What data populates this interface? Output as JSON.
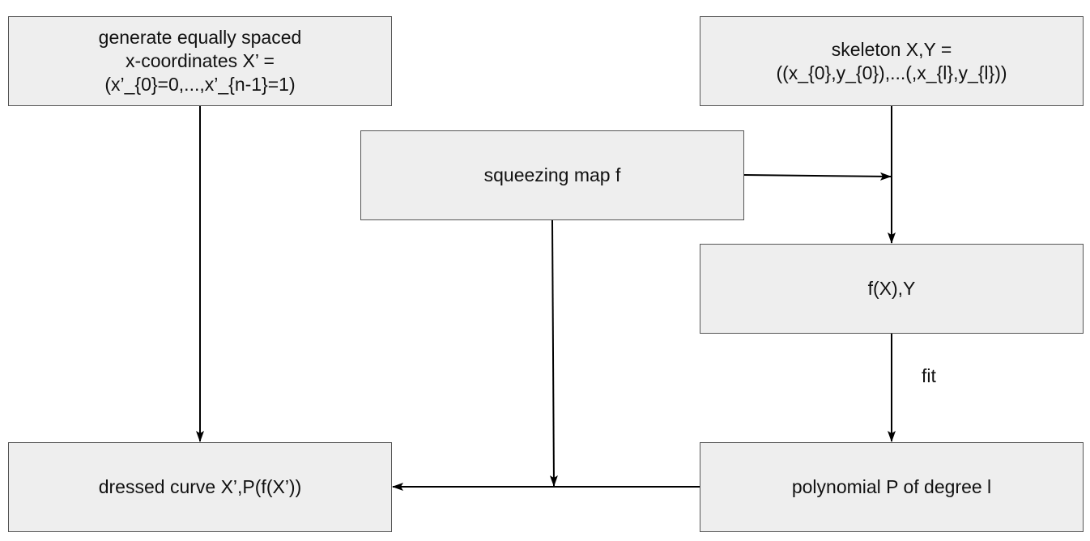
{
  "diagram": {
    "nodes": {
      "generate": {
        "text": "generate equally spaced\nx-coordinates X’ =\n(x’_{0}=0,...,x’_{n-1}=1)"
      },
      "skeleton": {
        "text": "skeleton X,Y =\n((x_{0},y_{0}),...(,x_{l},y_{l}))"
      },
      "squeeze": {
        "text": "squeezing map f"
      },
      "fx": {
        "text": "f(X),Y"
      },
      "dressed": {
        "text": "dressed curve X’,P(f(X’))"
      },
      "poly": {
        "text": "polynomial P of degree l"
      }
    },
    "edge_labels": {
      "fit": "fit"
    },
    "edges": [
      {
        "from": "generate",
        "to": "dressed"
      },
      {
        "from": "skeleton",
        "to": "fx"
      },
      {
        "from": "squeeze",
        "to": "skeleton-fx-line"
      },
      {
        "from": "fx",
        "to": "poly",
        "label": "fit"
      },
      {
        "from": "poly",
        "to": "dressed"
      },
      {
        "from": "squeeze",
        "to": "poly-dressed-line"
      }
    ],
    "colors": {
      "box_fill": "#eeeeee",
      "box_border": "#555555",
      "edge": "#000000"
    }
  }
}
